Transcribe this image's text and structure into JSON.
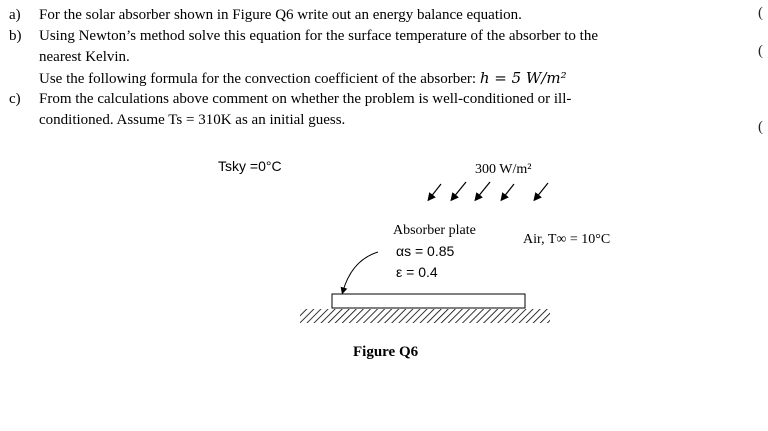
{
  "questions": {
    "a": {
      "label": "a)",
      "text": "For the solar absorber shown in Figure Q6 write out an energy balance equation."
    },
    "b": {
      "label": "b)",
      "line1": "Using Newton’s method solve this equation for the surface temperature of the absorber to the",
      "line2": "nearest Kelvin.",
      "formula_intro": "Use the following formula for the convection coefficient of the absorber:",
      "formula": "h = 5 W/m²"
    },
    "c": {
      "label": "c)",
      "line1": "From the calculations above comment on whether the problem is well-conditioned or ill-",
      "line2": "conditioned. Assume Ts = 310K as an initial guess."
    }
  },
  "margin_marks": [
    "(",
    "(",
    "("
  ],
  "figure": {
    "t_sky": "Tsky =0°C",
    "irradiance": "300 W/m²",
    "plate_label": "Absorber plate",
    "alpha_s": "αs = 0.85",
    "epsilon": "ε = 0.4",
    "air": "Air, T∞ = 10°C",
    "caption": "Figure Q6"
  }
}
